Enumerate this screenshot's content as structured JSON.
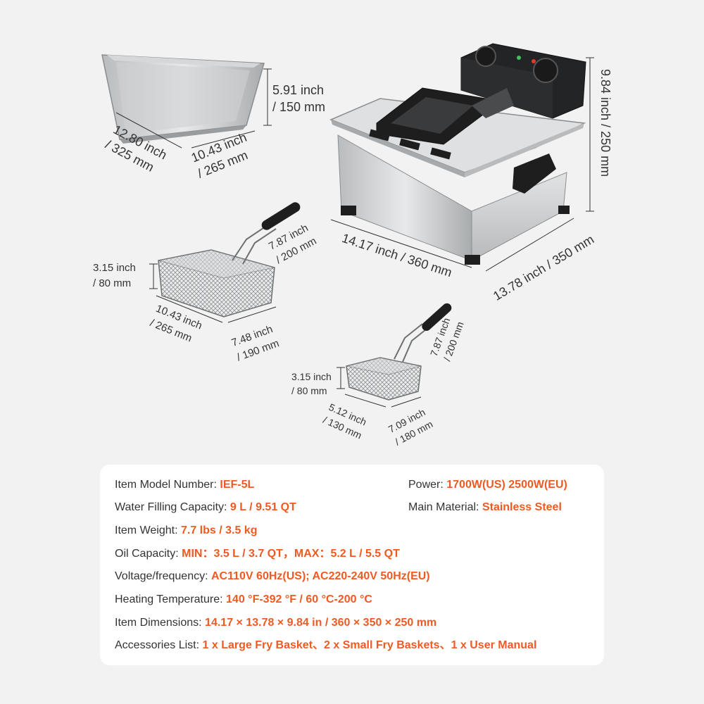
{
  "container": {
    "height": "5.91 inch",
    "height_mm": "/ 150 mm",
    "length": "12.80 inch",
    "length_mm": "/ 325 mm",
    "width": "10.43 inch",
    "width_mm": "/ 265 mm"
  },
  "fryer": {
    "height": "9.84 inch / 250 mm",
    "length": "14.17 inch / 360 mm",
    "depth": "13.78 inch / 350 mm"
  },
  "large_basket": {
    "height": "3.15 inch",
    "height_mm": "/ 80 mm",
    "handle": "7.87 inch",
    "handle_mm": "/ 200 mm",
    "length": "10.43 inch",
    "length_mm": "/ 265 mm",
    "width": "7.48 inch",
    "width_mm": "/ 190 mm"
  },
  "small_basket": {
    "height": "3.15 inch",
    "height_mm": "/ 80 mm",
    "handle": "7.87 inch",
    "handle_mm": "/ 200 mm",
    "length": "5.12 inch",
    "length_mm": "/ 130 mm",
    "width": "7.09 inch",
    "width_mm": "/ 180 mm"
  },
  "specs": {
    "model_label": "Item Model Number:",
    "model_value": "IEF-5L",
    "power_label": "Power:",
    "power_value": "1700W(US) 2500W(EU)",
    "water_label": "Water Filling Capacity:",
    "water_value": "9 L / 9.51 QT",
    "material_label": "Main Material:",
    "material_value": "Stainless Steel",
    "weight_label": "Item Weight:",
    "weight_value": "7.7 lbs / 3.5 kg",
    "oil_label": "Oil Capacity:",
    "oil_value": "MIN：3.5 L / 3.7 QT，MAX：5.2 L / 5.5 QT",
    "voltage_label": "Voltage/frequency:",
    "voltage_value": "AC110V 60Hz(US); AC220-240V 50Hz(EU)",
    "temp_label": "Heating Temperature:",
    "temp_value": "140 °F-392 °F / 60 °C-200 °C",
    "dims_label": "Item Dimensions:",
    "dims_value": "14.17 × 13.78 × 9.84 in / 360 × 350 × 250 mm",
    "acc_label": "Accessories List:",
    "acc_value": "1 x Large Fry Basket、2 x Small Fry Baskets、1 x User Manual"
  },
  "colors": {
    "accent": "#f05a22",
    "steel": "#c9cbcc",
    "black": "#1e1e1e",
    "background": "#f2f2f2"
  }
}
